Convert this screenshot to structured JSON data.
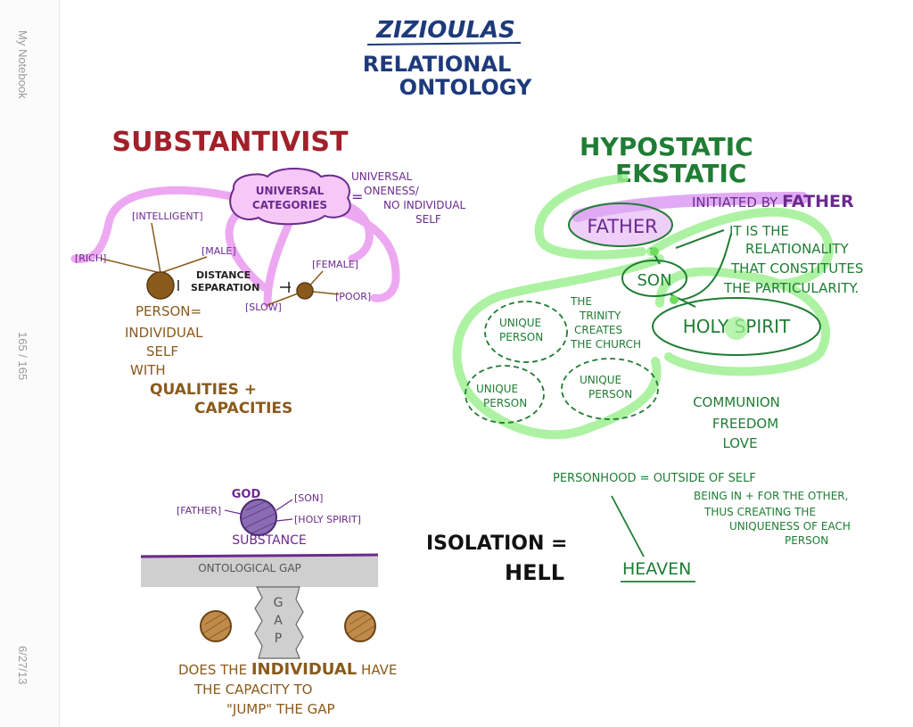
{
  "sidebar": {
    "notebook": "My Notebook",
    "page_count": "165 / 165",
    "date": "6/27/13"
  },
  "title": {
    "line1": "ZIZIOULAS",
    "line2": "RELATIONAL",
    "line3": "ONTOLOGY"
  },
  "substantivist": {
    "heading": "SUBSTANTIVIST",
    "universal_categories": [
      "UNIVERSAL",
      "CATEGORIES"
    ],
    "equals": "=",
    "oneness": [
      "UNIVERSAL",
      "ONENESS/",
      "NO INDIVIDUAL",
      "SELF"
    ],
    "qualities_left": [
      "[INTELLIGENT]",
      "[MALE]",
      "[RICH]"
    ],
    "qualities_right": [
      "[FEMALE]",
      "[POOR]",
      "[SLOW]"
    ],
    "distance": [
      "DISTANCE",
      "SEPARATION"
    ],
    "person_def": [
      "PERSON=",
      "INDIVIDUAL",
      "SELF",
      "WITH"
    ],
    "qualities_caps": [
      "QUALITIES +",
      "CAPACITIES"
    ]
  },
  "hypostatic": {
    "heading": [
      "HYPOSTATIC",
      "EKSTATIC"
    ],
    "initiated": "INITIATED BY",
    "initiated_bold": "FATHER",
    "father": "FATHER",
    "son": "SON",
    "holy_spirit": "HOLY SPIRIT",
    "relationality": [
      "IT IS THE",
      "RELATIONALITY",
      "THAT CONSTITUTES",
      "THE PARTICULARITY."
    ],
    "trinity": [
      "THE",
      "TRINITY",
      "CREATES",
      "THE CHURCH"
    ],
    "unique_person_1": [
      "UNIQUE",
      "PERSON"
    ],
    "unique_person_2": [
      "UNIQUE",
      "PERSON"
    ],
    "unique_person_3": [
      "UNIQUE",
      "PERSON"
    ],
    "communion": [
      "COMMUNION",
      "FREEDOM",
      "LOVE"
    ],
    "personhood": [
      "PERSONHOOD = OUTSIDE OF SELF",
      "BEING IN + FOR THE OTHER,",
      "THUS CREATING THE",
      "UNIQUENESS OF EACH",
      "PERSON"
    ],
    "heaven": "HEAVEN"
  },
  "gap_section": {
    "god": "GOD",
    "father": "[FATHER]",
    "son": "[SON]",
    "holy_spirit": "[HOLY SPIRIT]",
    "substance": "SUBSTANCE",
    "ontological_gap": "ONTOLOGICAL GAP",
    "gap_letters": [
      "G",
      "A",
      "P"
    ],
    "question_pre": "DOES THE",
    "question_bold": "INDIVIDUAL",
    "question_post": "HAVE",
    "question_line2": "THE CAPACITY TO",
    "question_line3": "\"JUMP\" THE GAP"
  },
  "isolation": {
    "line1": "ISOLATION =",
    "line2": "HELL"
  },
  "colors": {
    "navy": "#1d3a7c",
    "red": "#a1202a",
    "purple": "#6b2a8e",
    "pink_highlight": "#ea9af0",
    "green": "#1f7d34",
    "light_green": "#9ff092",
    "brown": "#8a5a1c",
    "gray": "#cfcfcf"
  }
}
